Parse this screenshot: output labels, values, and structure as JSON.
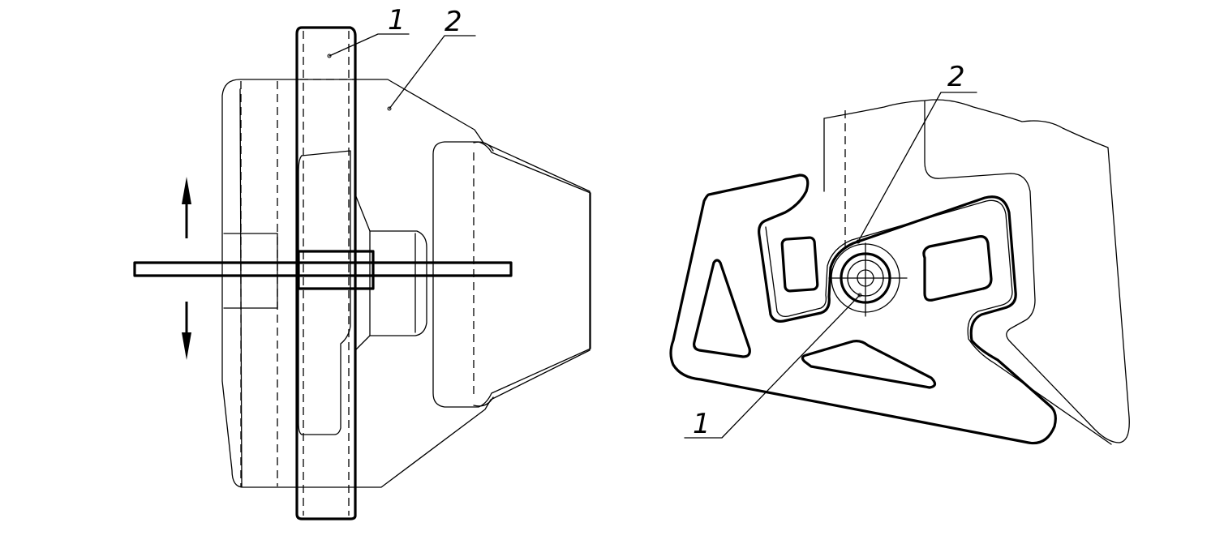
{
  "figure": {
    "left_view": {
      "labels": [
        "1",
        "2"
      ]
    },
    "right_view": {
      "labels": [
        "2",
        "1"
      ]
    }
  }
}
